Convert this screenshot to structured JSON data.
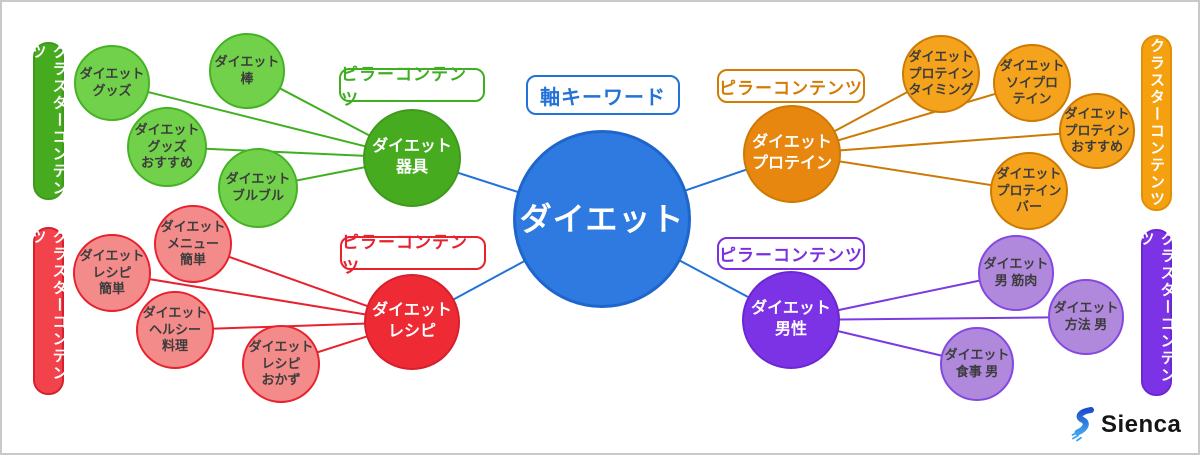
{
  "center": {
    "label": "ダイエット"
  },
  "tags": {
    "axis": "軸キーワード",
    "pillar": "ピラーコンテンツ",
    "cluster": "クラスターコンテンツ"
  },
  "palette": {
    "axis_blue": "#2272d8",
    "equipment_green": "#3faf21",
    "recipe_red": "#e8212e",
    "protein_orange": "#e8870f",
    "men_purple": "#7b2fe0"
  },
  "clusters": [
    {
      "id": "equipment",
      "pillar": "ダイエット\n器具",
      "satellites": [
        "ダイエット\nグッズ",
        "ダイエット\n棒",
        "ダイエット\nグッズ\nおすすめ",
        "ダイエット\nブルブル"
      ]
    },
    {
      "id": "recipe",
      "pillar": "ダイエット\nレシピ",
      "satellites": [
        "ダイエット\nメニュー\n簡単",
        "ダイエット\nレシピ\n簡単",
        "ダイエット\nヘルシー\n料理",
        "ダイエット\nレシピ\nおかず"
      ]
    },
    {
      "id": "protein",
      "pillar": "ダイエット\nプロテイン",
      "satellites": [
        "ダイエット\nプロテイン\nタイミング",
        "ダイエット\nソイプロ\nテイン",
        "ダイエット\nプロテイン\nおすすめ",
        "ダイエット\nプロテイン\nバー"
      ]
    },
    {
      "id": "men",
      "pillar": "ダイエット\n男性",
      "satellites": [
        "ダイエット\n男 筋肉",
        "ダイエット\n方法 男",
        "ダイエット\n食事 男"
      ]
    }
  ],
  "logo": {
    "brand": "Sienca"
  }
}
